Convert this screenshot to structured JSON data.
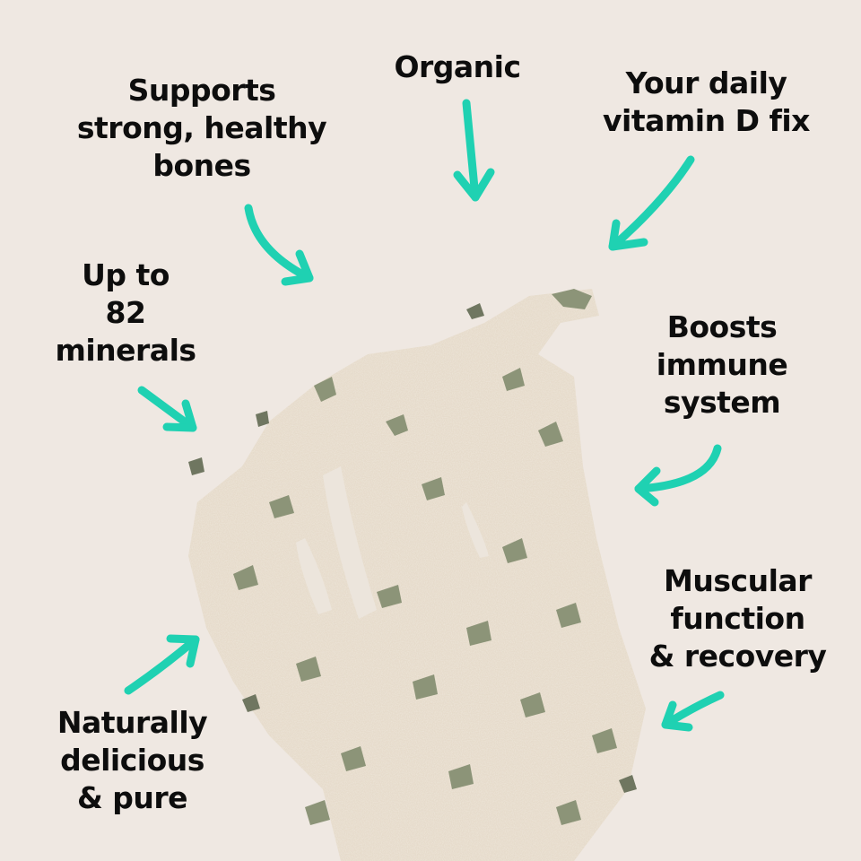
{
  "colors": {
    "background": "#efe8e2",
    "text": "#0d0d0d",
    "arrow": "#1fd1b2",
    "powder_light": "#e3d6c4",
    "powder_mid": "#d6c6ae",
    "herb_green": "#8c9478",
    "herb_dark": "#6f7660"
  },
  "labels": {
    "supports_bones": "Supports\nstrong, healthy\nbones",
    "organic": "Organic",
    "vitamin_d": "Your daily\nvitamin D fix",
    "minerals": "Up to\n82\nminerals",
    "immune": "Boosts\nimmune\nsystem",
    "muscular": "Muscular\nfunction\n& recovery",
    "natural": "Naturally\ndelicious\n& pure"
  },
  "icons": {
    "arrow": "curved-arrow-icon",
    "product": "seaweed-powder-pile"
  }
}
